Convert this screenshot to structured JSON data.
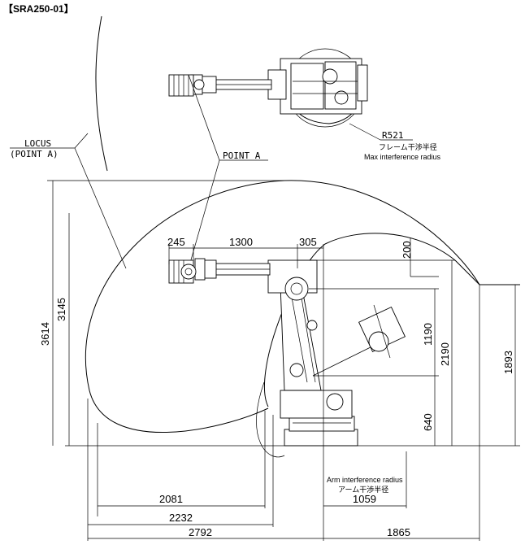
{
  "title": "【SRA250-01】",
  "labels": {
    "locus_line1": "LOCUS",
    "locus_line2": "(POINT A)",
    "point_a": "POINT A",
    "radius": "R521",
    "frame_interference_jp": "フレーム干渉半径",
    "max_interference": "Max interference radius",
    "arm_interference": "Arm interference radius",
    "arm_interference_jp": "アーム干渉半径"
  },
  "dimensions": {
    "d245": "245",
    "d1300": "1300",
    "d305": "305",
    "d200": "200",
    "d3614": "3614",
    "d3145": "3145",
    "d1190": "1190",
    "d2190": "2190",
    "d1893": "1893",
    "d640": "640",
    "d2081": "2081",
    "d2232": "2232",
    "d2792": "2792",
    "d1059": "1059",
    "d1865": "1865"
  }
}
